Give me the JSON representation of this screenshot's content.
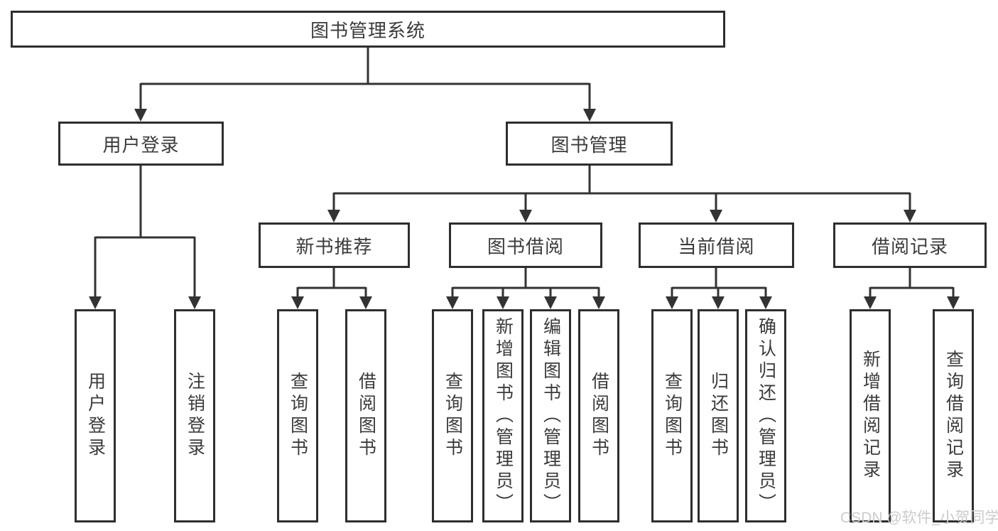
{
  "tree": {
    "label": "图书管理系统",
    "children": [
      {
        "label": "用户登录",
        "children": [
          {
            "label": "用户登录"
          },
          {
            "label": "注销登录"
          }
        ]
      },
      {
        "label": "图书管理",
        "children": [
          {
            "label": "新书推荐",
            "children": [
              {
                "label": "查询图书"
              },
              {
                "label": "借阅图书"
              }
            ]
          },
          {
            "label": "图书借阅",
            "children": [
              {
                "label": "查询图书"
              },
              {
                "label": "新增图书（管理员）"
              },
              {
                "label": "编辑图书（管理员）"
              },
              {
                "label": "借阅图书"
              }
            ]
          },
          {
            "label": "当前借阅",
            "children": [
              {
                "label": "查询图书"
              },
              {
                "label": "归还图书"
              },
              {
                "label": "确认归还（管理员）"
              }
            ]
          },
          {
            "label": "借阅记录",
            "children": [
              {
                "label": "新增借阅记录"
              },
              {
                "label": "查询借阅记录"
              }
            ]
          }
        ]
      }
    ]
  },
  "watermark": "CSDN @软件_小贺同学",
  "colors": {
    "line": "#333333",
    "box_border": "#2e2e2e",
    "box_fill": "#ffffff",
    "text": "#3b3b3b",
    "watermark": "#cbcbcb",
    "background": "#ffffff"
  }
}
